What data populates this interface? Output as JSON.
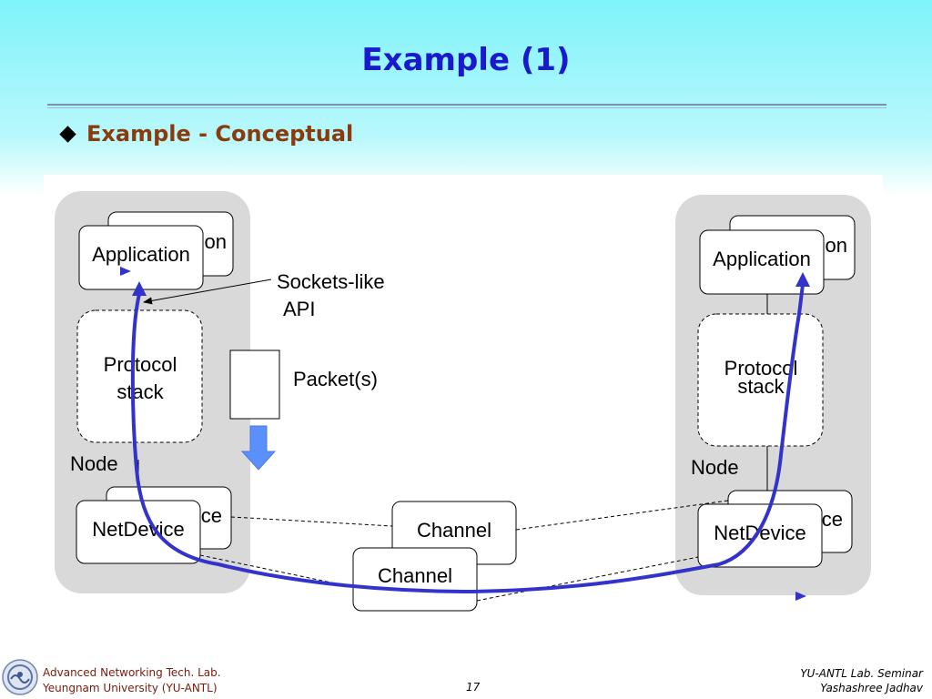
{
  "slide": {
    "title": "Example (1)"
  },
  "bullet": {
    "text": "Example - Conceptual"
  },
  "diagram": {
    "left_node": {
      "app_back_label": "on",
      "app_front_label": "Application",
      "protocol_label_line1": "Protocol",
      "protocol_label_line2": "stack",
      "node_label": "Node",
      "netdev_back_label": "ce",
      "netdev_front_label": "NetDevice"
    },
    "right_node": {
      "app_back_label": "on",
      "app_front_label": "Application",
      "protocol_label_line1": "Protocol",
      "protocol_label_line2": "stack",
      "node_label": "Node",
      "netdev_back_label": "ce",
      "netdev_front_label": "NetDevice"
    },
    "sockets_label_line1": "Sockets-like",
    "sockets_label_line2": "API",
    "packet_label": "Packet(s)",
    "channel_back_label": "Channel",
    "channel_front_label": "Channel",
    "path_color": "#3333cc",
    "node_fill_color": "#d9d9d9",
    "packet_arrow_color": "#5b8ff9"
  },
  "footer": {
    "lab_line1": "Advanced Networking Tech. Lab.",
    "lab_line2": "Yeungnam University (YU-ANTL)",
    "page_number": "17",
    "right_line1": "YU-ANTL Lab. Seminar",
    "right_line2": "Yashashree Jadhav"
  }
}
